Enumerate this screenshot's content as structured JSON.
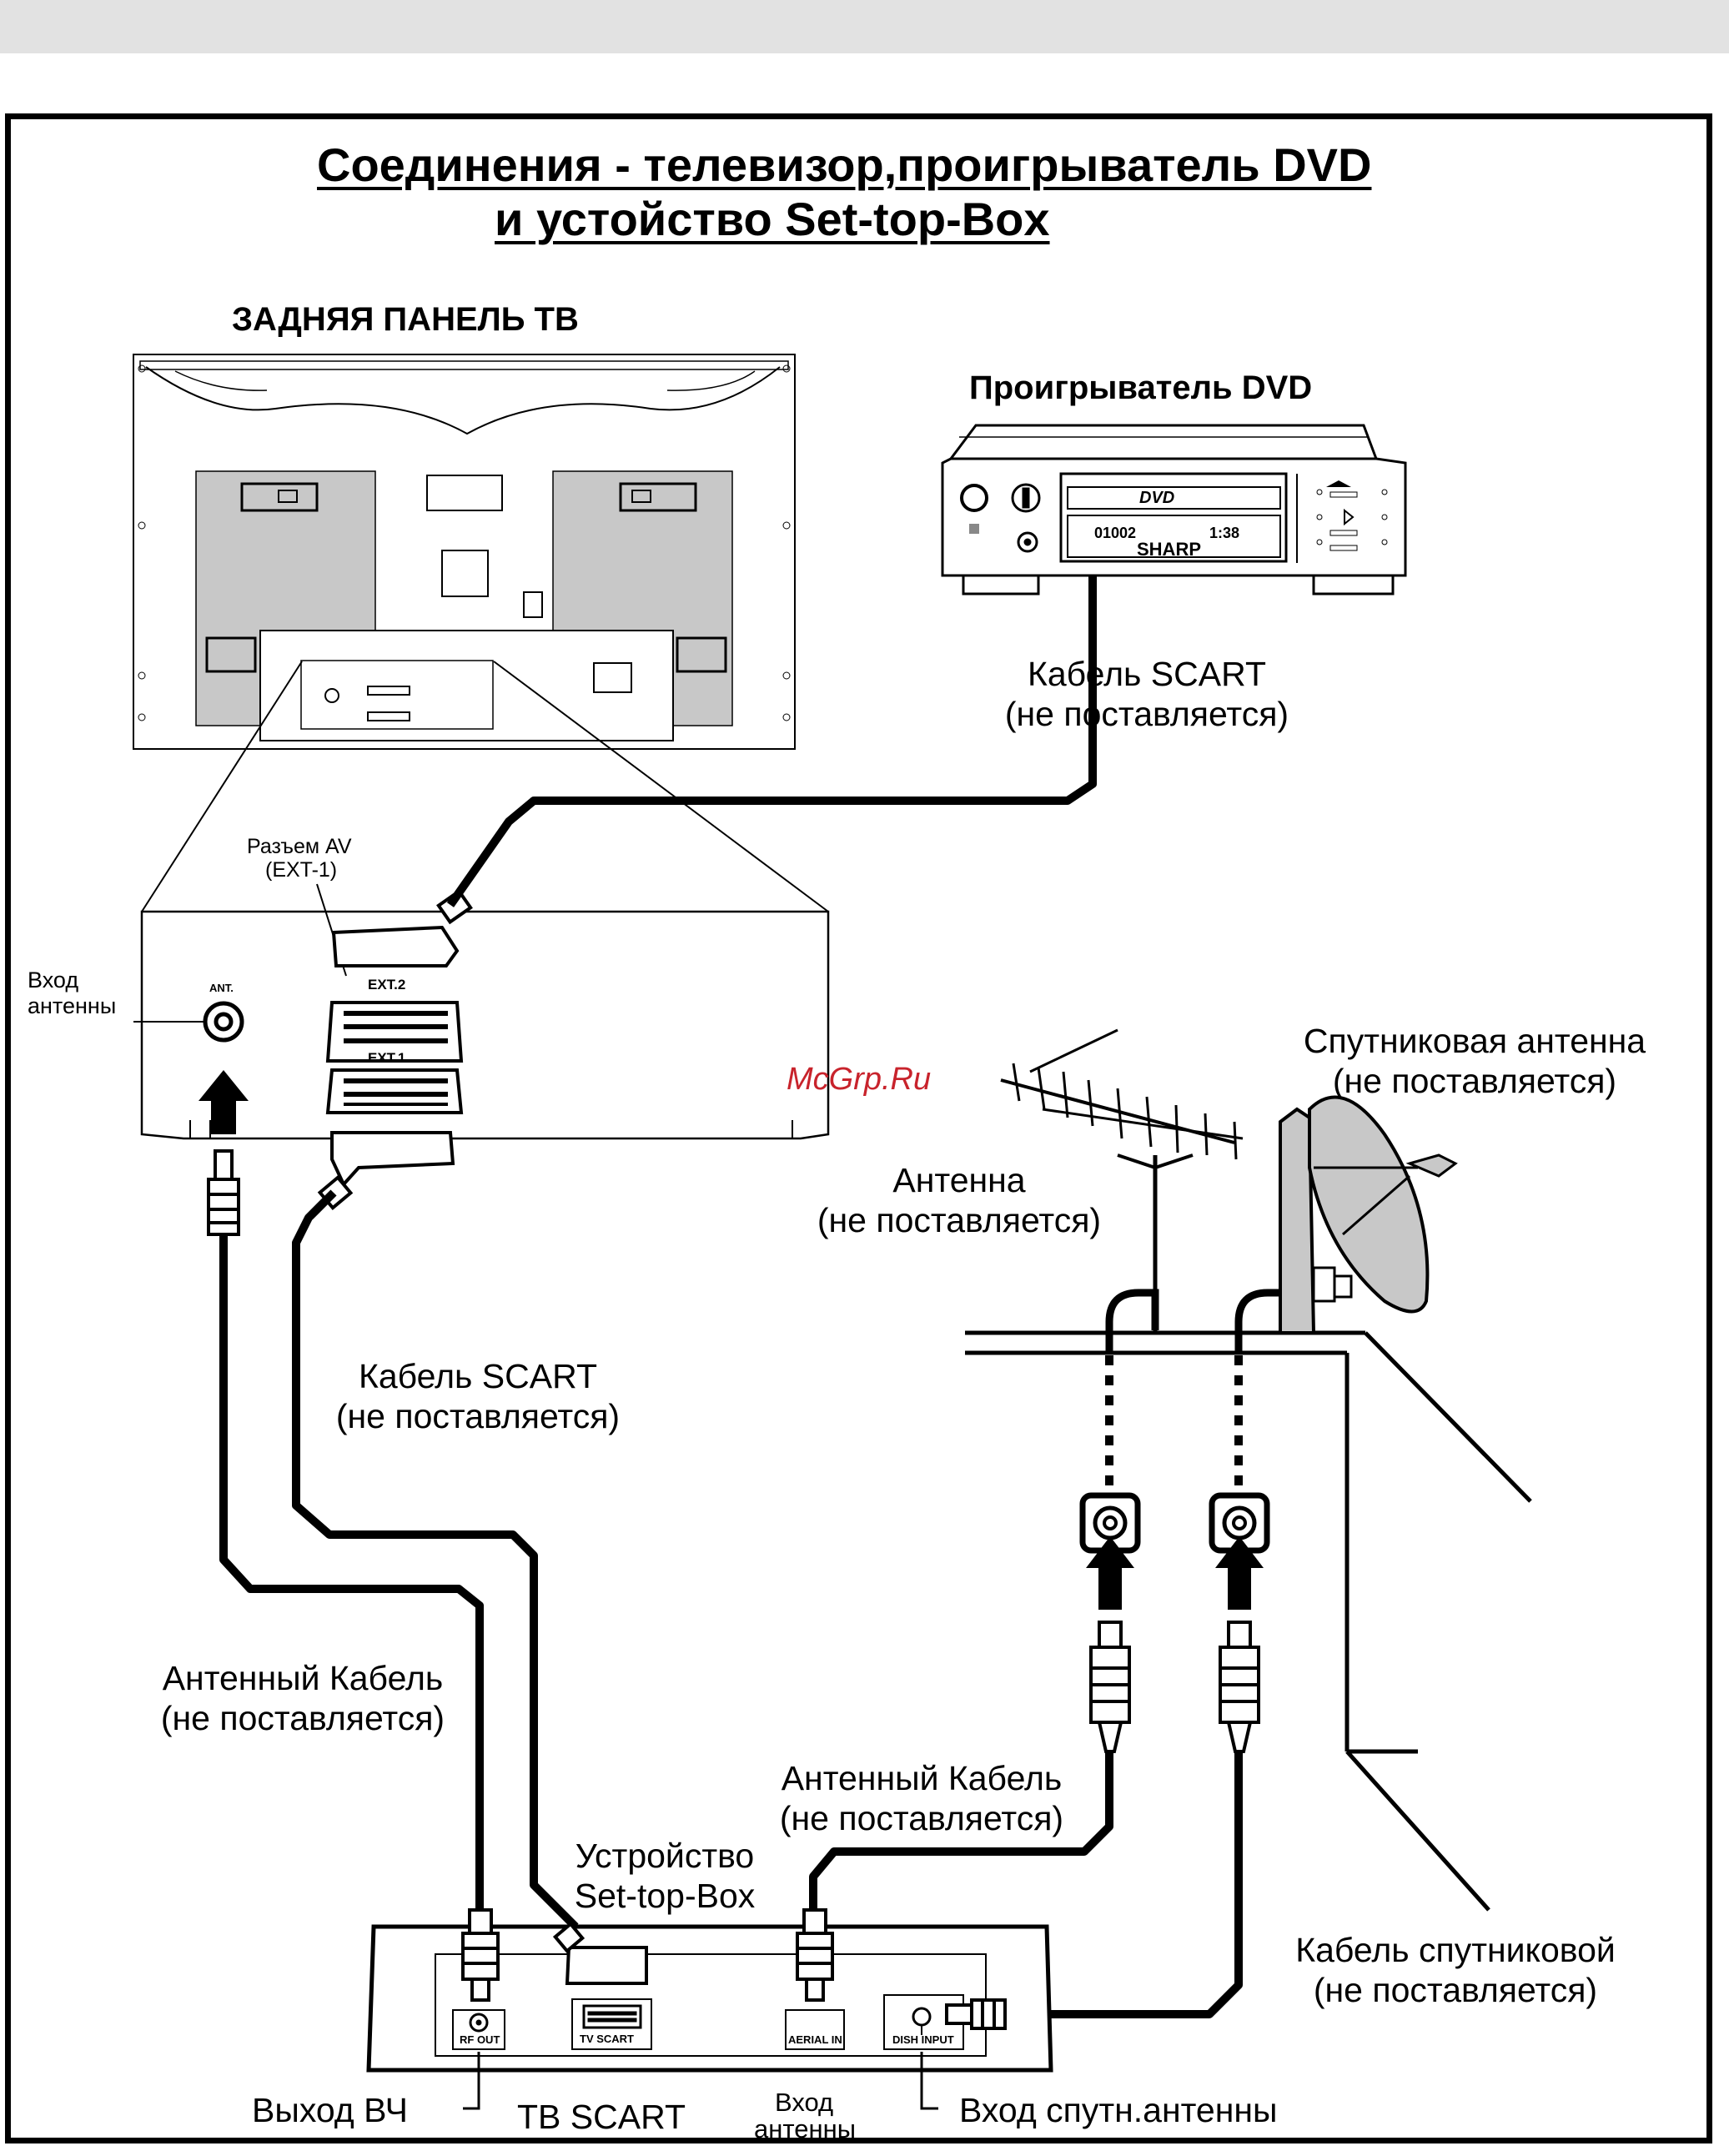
{
  "title": {
    "line1": "Соединения - телевизор,проигрыватель DVD",
    "line2": "и устойство Set-top-Box"
  },
  "tv_rear_panel": {
    "heading": "ЗАДНЯЯ ПАНЕЛЬ ТВ",
    "av_connector_label": "Разъем AV",
    "av_connector_sub": "(EXT-1)",
    "ant_port": "ANT.",
    "ext2": "EXT.2",
    "ext1": "EXT.1",
    "antenna_input": "Вход",
    "antenna_input_2": "антенны"
  },
  "dvd_player": {
    "heading": "Проигрыватель DVD",
    "logo": "DVD",
    "display": "01002",
    "time": "1:38",
    "brand": "SHARP"
  },
  "cables": {
    "scart_dvd": "Кабель SCART",
    "scart_dvd_note": "(не поставляется)",
    "scart_stb": "Кабель SCART",
    "scart_stb_note": "(не поставляется)",
    "antenna_left": "Антенный Кабель",
    "antenna_left_note": "(не поставляется)",
    "antenna_right": "Антенный Кабель",
    "antenna_right_note": "(не поставляется)",
    "satellite": "Кабель спутниковой",
    "satellite_note": "(не поставляется)"
  },
  "antennas": {
    "satellite": "Спутниковая антенна",
    "satellite_note": "(не поставляется)",
    "terrestrial": "Антенна",
    "terrestrial_note": "(не поставляется)"
  },
  "set_top_box": {
    "heading": "Устройство",
    "heading_2": "Set-top-Box",
    "rf_out": "RF OUT",
    "tv_scart": "TV SCART",
    "aerial_in": "AERIAL IN",
    "dish_input": "DISH INPUT"
  },
  "bottom_labels": {
    "rf_out": "Выход ВЧ",
    "tv_scart": "ТВ SCART",
    "antenna_in": "Вход",
    "antenna_in_2": "антенны",
    "dish_in": "Вход  спутн.антенны"
  },
  "watermark": "McGrp.Ru",
  "colors": {
    "panel_gray": "#c8c8c8",
    "watermark": "#c8232c"
  }
}
